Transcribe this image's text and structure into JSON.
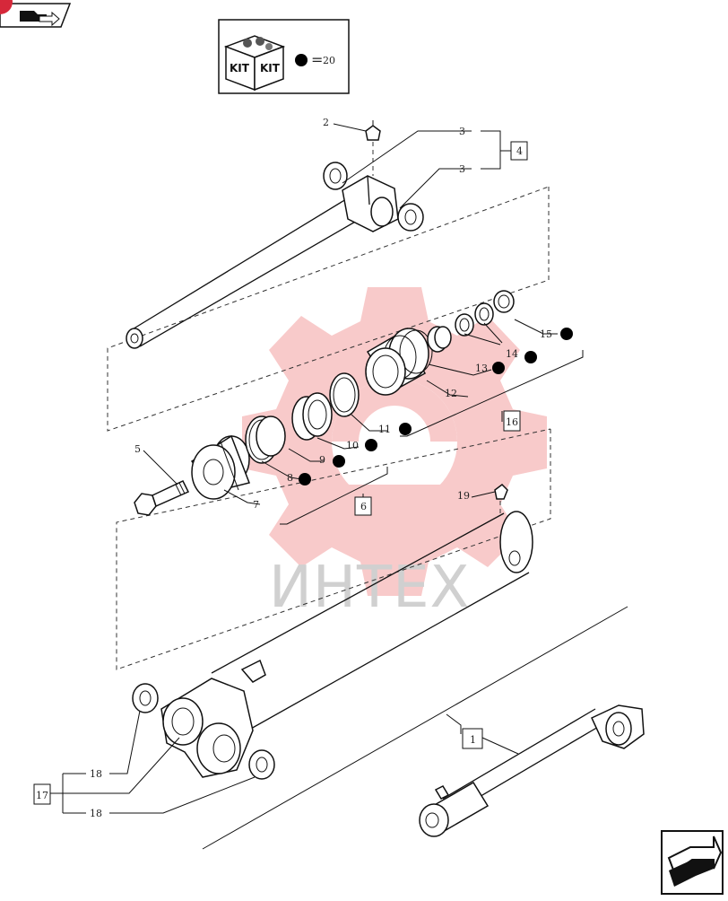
{
  "kit": {
    "icon_label_left": "KIT",
    "icon_label_right": "KIT",
    "equals": "=",
    "ref": "20"
  },
  "watermark": {
    "text": "ИНТЕХ",
    "color": "#f2a7a7"
  },
  "accent_color": "#d6283a",
  "nav": {
    "back_icon": "folder-arrow-icon",
    "next_icon": "next-page-arrow-icon"
  },
  "callouts": {
    "c1": "1",
    "c2": "2",
    "c3a": "3",
    "c3b": "3",
    "c4": "4",
    "c5": "5",
    "c6": "6",
    "c7": "7",
    "c8": "8",
    "c9": "9",
    "c10": "10",
    "c11": "11",
    "c12": "12",
    "c13": "13",
    "c14": "14",
    "c15": "15",
    "c16": "16",
    "c17": "17",
    "c18a": "18",
    "c18b": "18",
    "c19": "19"
  }
}
